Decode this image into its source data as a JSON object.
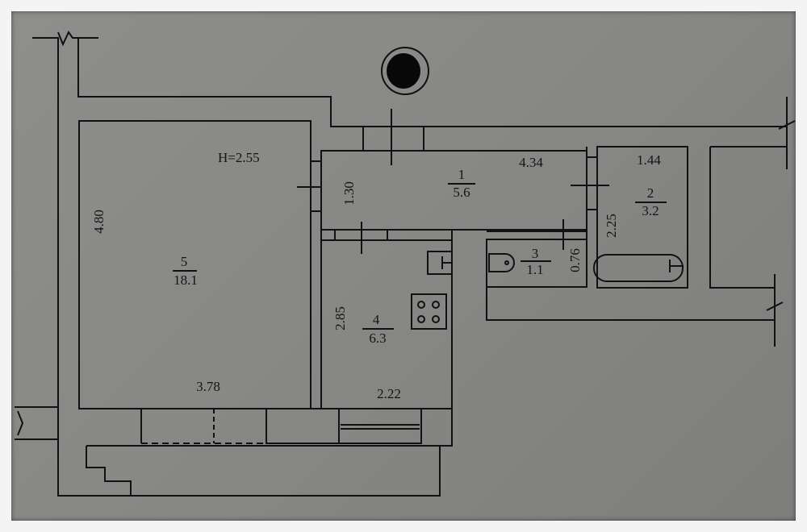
{
  "plan": {
    "ceiling_height": "H=2.55",
    "rooms": [
      {
        "number": "1",
        "area": "5.6"
      },
      {
        "number": "2",
        "area": "3.2"
      },
      {
        "number": "3",
        "area": "1.1"
      },
      {
        "number": "4",
        "area": "6.3"
      },
      {
        "number": "5",
        "area": "18.1"
      }
    ],
    "dimensions": {
      "room5_height": "4.80",
      "room5_width": "3.78",
      "room1_height": "1.30",
      "room1_width": "4.34",
      "room2_width": "1.44",
      "room2_height": "2.25",
      "room3_width": "0.76",
      "room4_height": "2.85",
      "room4_width": "2.22"
    },
    "colors": {
      "paper": "#8a8a88",
      "ink": "#111111"
    }
  }
}
